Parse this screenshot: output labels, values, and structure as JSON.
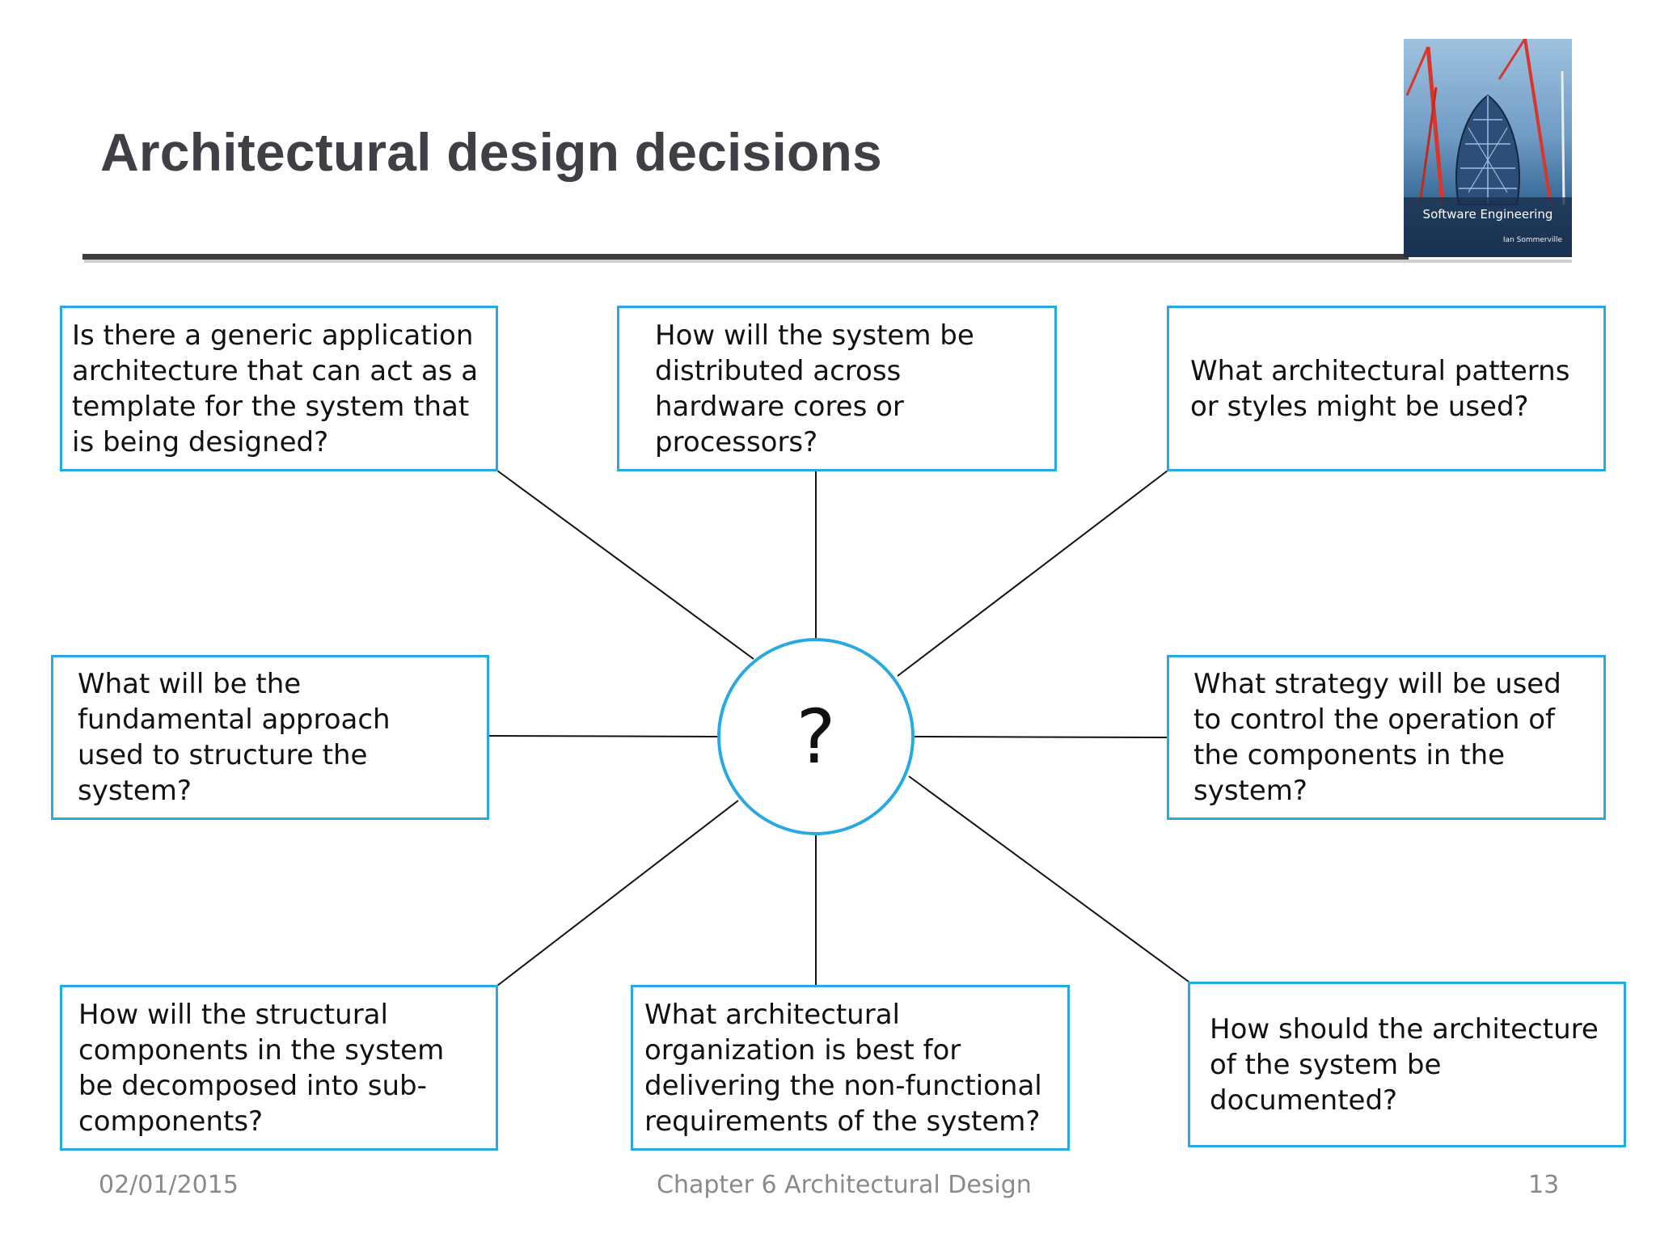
{
  "slide": {
    "title": "Architectural design decisions"
  },
  "cover": {
    "title": "Software Engineering",
    "author": "Ian Sommerville"
  },
  "diagram": {
    "center_label": "?",
    "questions": [
      {
        "id": "generic-template",
        "text": "Is there a generic application architecture that can act as a template for the system that is being designed?"
      },
      {
        "id": "distribution",
        "text": "How will the system be distributed across hardware cores or processors?"
      },
      {
        "id": "patterns",
        "text": "What architectural patterns or styles might be used?"
      },
      {
        "id": "fundamental-approach",
        "text": "What will be the fundamental approach used to structure the system?"
      },
      {
        "id": "control-strategy",
        "text": "What strategy will be used to control the operation of the components in the system?"
      },
      {
        "id": "decomposition",
        "text": "How will the structural components in the system be decomposed into sub-components?"
      },
      {
        "id": "nonfunctional",
        "text": "What architectural organization is best for delivering the non-functional requirements of the system?"
      },
      {
        "id": "documentation",
        "text": "How should the architecture of the system be documented?"
      }
    ],
    "colors": {
      "box_border": "#29a9e1",
      "connector": "#111111"
    }
  },
  "footer": {
    "date": "02/01/2015",
    "chapter": "Chapter 6 Architectural Design",
    "page_number": "13"
  }
}
